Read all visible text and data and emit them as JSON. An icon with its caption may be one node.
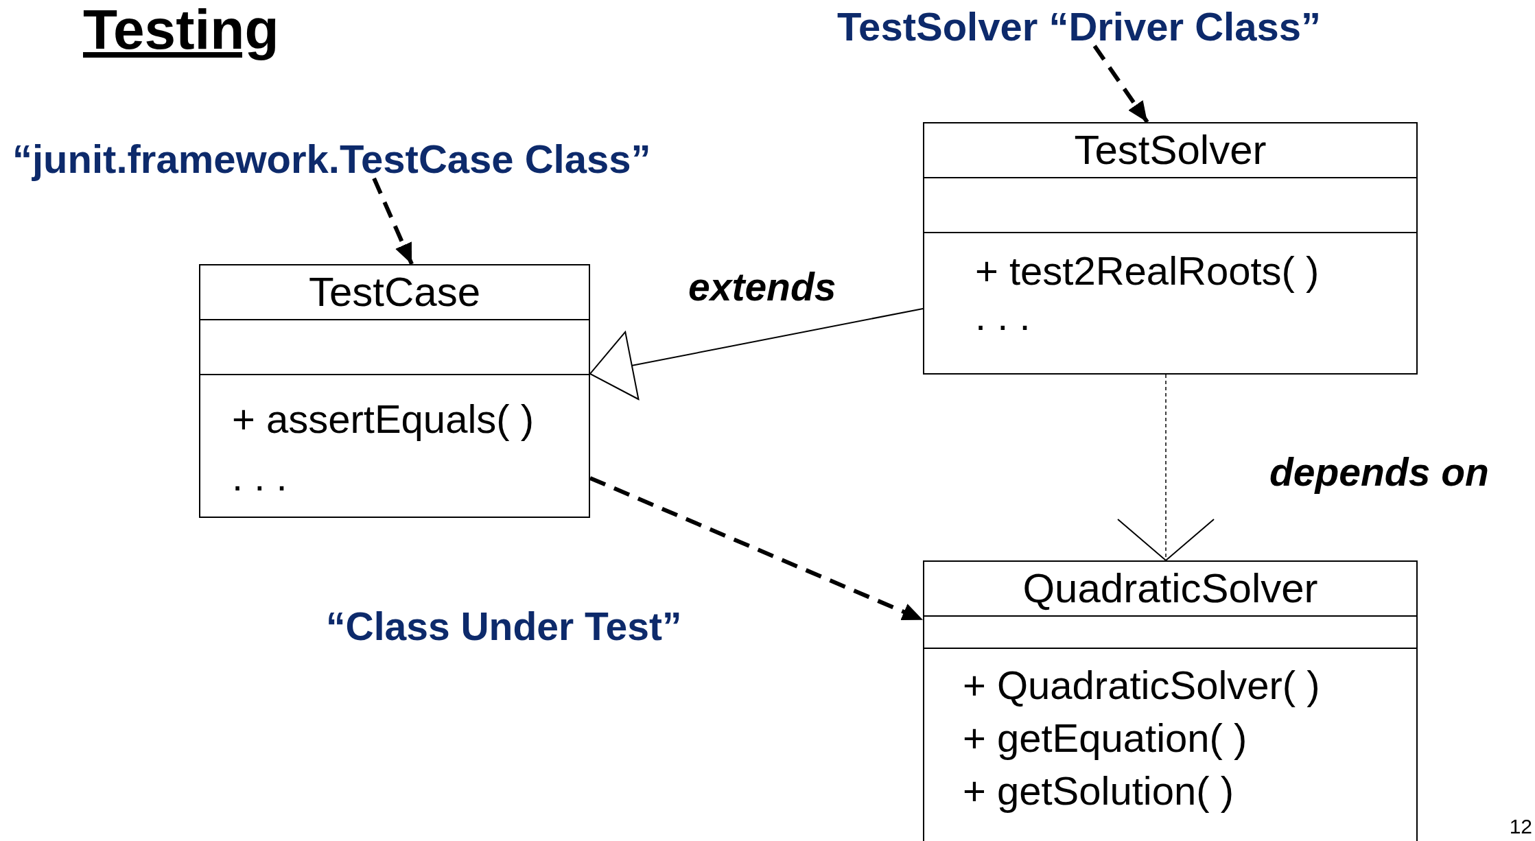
{
  "diagram": {
    "title": "Testing",
    "nodes": [
      {
        "text": [
          "TestSolver “Driver Class”"
        ]
      },
      {
        "text": [
          "TestSolver",
          "+ test2RealRoots( )",
          ". . ."
        ]
      },
      {
        "text": [
          "“junit.framework.TestCase Class”"
        ]
      },
      {
        "text": [
          "TestCase",
          "+ assertEquals( )",
          ". . ."
        ]
      },
      {
        "text": [
          "QuadraticSolver",
          "+ QuadraticSolver( )",
          "+ getEquation( )",
          "+ getSolution( )"
        ]
      }
    ],
    "edges": [
      {
        "from": 0,
        "to": 1,
        "arrow": "to",
        "style": "dashed"
      },
      {
        "from": 2,
        "to": 3,
        "arrow": "to",
        "style": "dashed"
      },
      {
        "from": 1,
        "to": 3,
        "arrow": "to",
        "label": "extends"
      },
      {
        "from": 1,
        "to": 4,
        "arrow": "to",
        "label": "depends on",
        "style": "dashed"
      },
      {
        "from": 3,
        "to": 4,
        "arrow": "to",
        "label": "“Class Under Test”",
        "style": "dashed"
      }
    ],
    "labels": [
      "12"
    ]
  }
}
